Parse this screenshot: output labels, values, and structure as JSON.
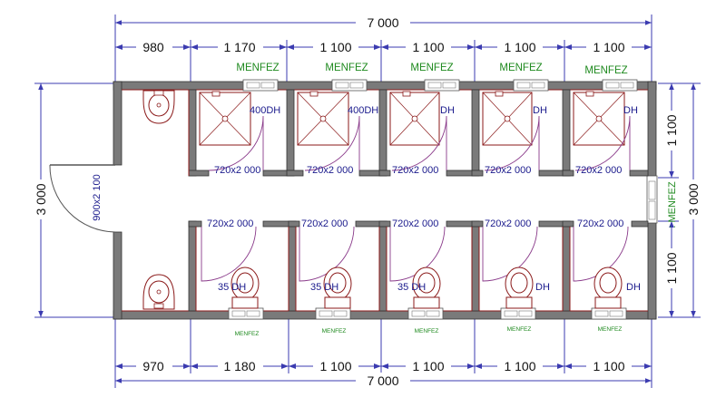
{
  "dimensions": {
    "top_total": "7 000",
    "top_segments": [
      "980",
      "1 170",
      "1 100",
      "1 100",
      "1 100",
      "1 100"
    ],
    "bottom_segments": [
      "970",
      "1 180",
      "1 100",
      "1 100",
      "1 100",
      "1 100"
    ],
    "bottom_total": "7 000",
    "left_height": "3 000",
    "right_height": "3 000",
    "right_top": "1 100",
    "right_bottom": "1 100"
  },
  "window_label": "MENFEZ",
  "window_label_right": ": MENFEZ",
  "entrance_door": "900x2 100",
  "shower_doors": [
    "720x2 000",
    "720x2 000",
    "720x2 000",
    "720x2 000",
    "720x2 000"
  ],
  "toilet_doors": [
    "720x2 000",
    "720x2 000",
    "720x2 000",
    "720x2 000",
    "720x2 000"
  ],
  "shower_labels": [
    "400DH",
    "400DH",
    "DH",
    "DH",
    "DH"
  ],
  "toilet_labels": [
    "35 DH",
    "35 DH",
    "35 DH",
    "DH",
    "DH"
  ],
  "colors": {
    "wall": "#7a7a7a",
    "wall_inner": "#8b1a1a",
    "dimension": "#3b3bb0",
    "label_green": "#1f8a1f",
    "door_swing": "#8a3a8a"
  }
}
